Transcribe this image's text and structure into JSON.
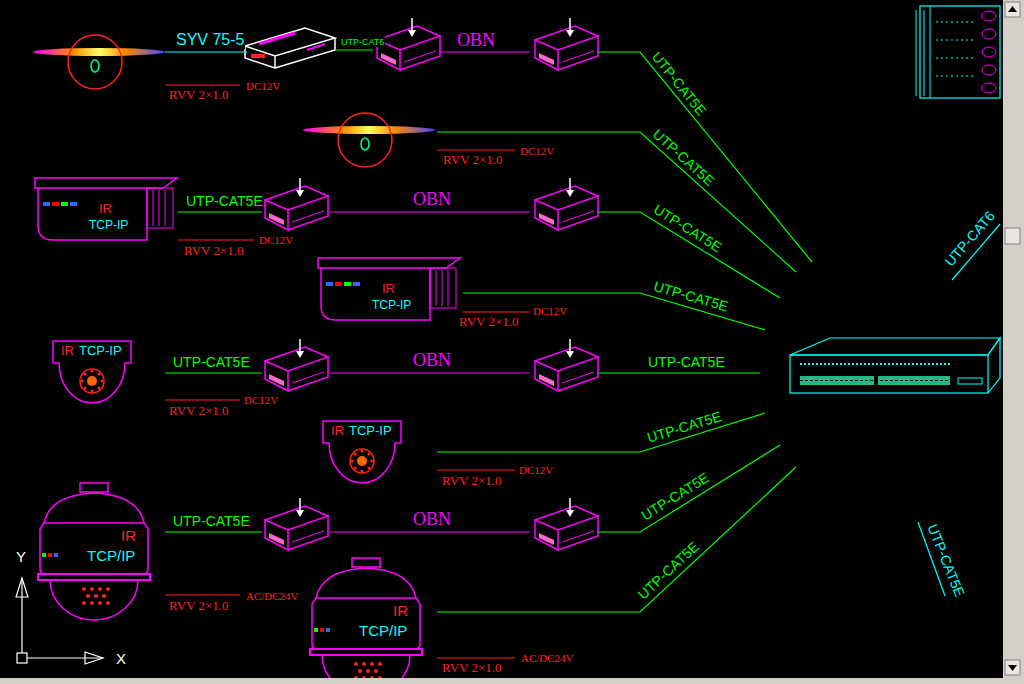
{
  "diagram": {
    "nodes": [
      {
        "text": [
          "IR",
          "TCP-IP"
        ]
      },
      {
        "text": [
          "IR",
          "TCP-IP"
        ]
      },
      {
        "text": [
          "IR",
          "TCP-IP"
        ]
      },
      {
        "text": [
          "IR",
          "TCP-IP"
        ]
      },
      {
        "text": [
          "IR",
          "TCP/IP"
        ]
      },
      {
        "text": [
          "IR",
          "TCP/IP"
        ]
      }
    ],
    "labels": [
      "SYV 75-5",
      "UTP-CAT6",
      "OBN",
      "UTP-CAT5E",
      "RVV 2×1.0",
      "DC12V",
      "RVV 2×1.0",
      "DC12V",
      "UTP-CAT5E",
      "UTP-CAT5E",
      "OBN",
      "UTP-CAT5E",
      "RVV 2×1.0",
      "DC12V",
      "UTP-CAT5E",
      "RVV 2×1.0",
      "DC12V",
      "UTP-CAT5E",
      "OBN",
      "UTP-CAT5E",
      "RVV 2×1.0",
      "DC12V",
      "UTP-CAT5E",
      "RVV 2×1.0",
      "DC12V",
      "UTP-CAT5E",
      "OBN",
      "UTP-CAT5E",
      "RVV 2×1.0",
      "AC/DC24V",
      "UTP-CAT5E",
      "RVV 2×1.0",
      "AC/DC24V",
      "UTP-CAT6",
      "UTP-CAT5E",
      "Y",
      "X"
    ]
  }
}
